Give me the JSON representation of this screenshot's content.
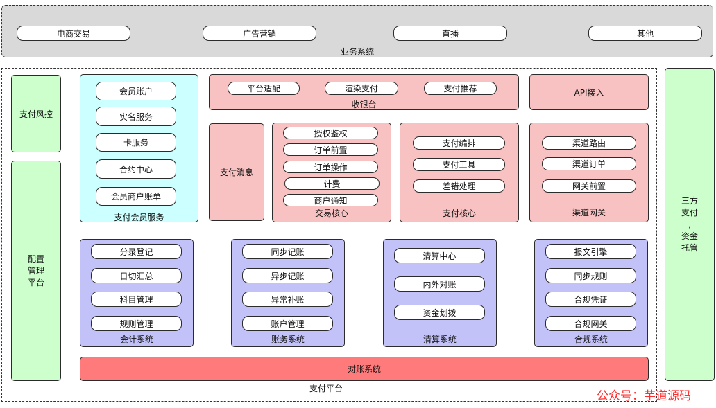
{
  "business": {
    "title": "业务系统",
    "items": [
      "电商交易",
      "广告营销",
      "直播",
      "其他"
    ]
  },
  "platform": {
    "title": "支付平台"
  },
  "left": {
    "risk": "支付风控",
    "config": [
      "配置",
      "管理",
      "平台"
    ]
  },
  "member": {
    "title": "支付会员服务",
    "items": [
      "会员账户",
      "实名服务",
      "卡服务",
      "合约中心",
      "会员商户账单"
    ]
  },
  "cashier": {
    "title": "收银台",
    "items": [
      "平台适配",
      "渲染支付",
      "支付推荐"
    ]
  },
  "api": {
    "title": "API接入"
  },
  "message": {
    "title": "支付消息"
  },
  "trade": {
    "title": "交易核心",
    "items": [
      "授权鉴权",
      "订单前置",
      "订单操作",
      "计费",
      "商户通知"
    ]
  },
  "paycore": {
    "title": "支付核心",
    "items": [
      "支付编排",
      "支付工具",
      "差错处理"
    ]
  },
  "gateway": {
    "title": "渠道网关",
    "items": [
      "渠道路由",
      "渠道订单",
      "网关前置"
    ]
  },
  "accounting": {
    "title": "会计系统",
    "items": [
      "分录登记",
      "日切汇总",
      "科目管理",
      "规则管理"
    ]
  },
  "ledger": {
    "title": "账务系统",
    "items": [
      "同步记账",
      "异步记账",
      "异常补账",
      "账户管理"
    ]
  },
  "clearing": {
    "title": "清算系统",
    "items": [
      "清算中心",
      "内外对账",
      "资金划拨"
    ]
  },
  "compliance": {
    "title": "合规系统",
    "items": [
      "报文引擎",
      "同步规则",
      "合规凭证",
      "合规网关"
    ]
  },
  "reconcile": {
    "title": "对账系统"
  },
  "third": {
    "lines": [
      "三方",
      "支付",
      ",",
      "资金",
      "托管"
    ]
  },
  "watermark": "公众号：芋道源码",
  "colors": {
    "green": "#ccffcc",
    "cyan": "#ccffff",
    "pink": "#f8c2c2",
    "lavender": "#c2c2f8",
    "red": "#ff7b7b",
    "gray": "#d9d9d9"
  }
}
